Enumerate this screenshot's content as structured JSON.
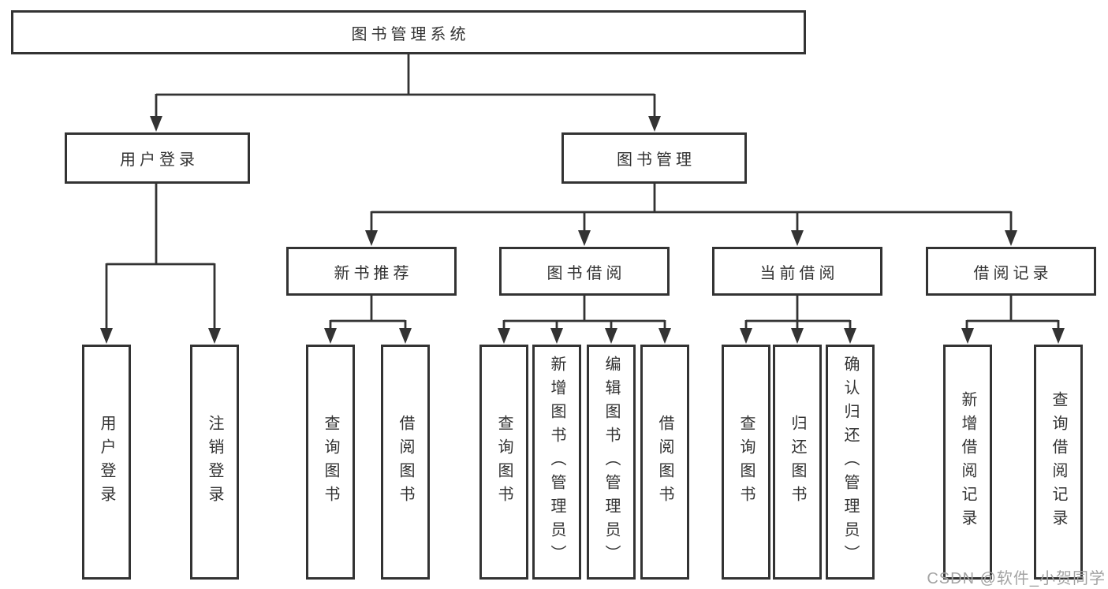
{
  "diagram": {
    "root": {
      "label": "图书管理系统"
    },
    "level2": [
      {
        "label": "用户登录"
      },
      {
        "label": "图书管理"
      }
    ],
    "level3": [
      {
        "label": "新书推荐"
      },
      {
        "label": "图书借阅"
      },
      {
        "label": "当前借阅"
      },
      {
        "label": "借阅记录"
      }
    ],
    "leaves": [
      {
        "label": "用户登录"
      },
      {
        "label": "注销登录"
      },
      {
        "label": "查询图书"
      },
      {
        "label": "借阅图书"
      },
      {
        "label": "查询图书"
      },
      {
        "label": "新增图书（管理员）"
      },
      {
        "label": "编辑图书（管理员）"
      },
      {
        "label": "借阅图书"
      },
      {
        "label": "查询图书"
      },
      {
        "label": "归还图书"
      },
      {
        "label": "确认归还（管理员）"
      },
      {
        "label": "新增借阅记录"
      },
      {
        "label": "查询借阅记录"
      }
    ],
    "watermark": "CSDN @软件_小贺同学",
    "colors": {
      "line": "#333333",
      "boxfill": "#ffffff",
      "watermark": "#a3a3a3",
      "bg": "#ffffff"
    }
  }
}
